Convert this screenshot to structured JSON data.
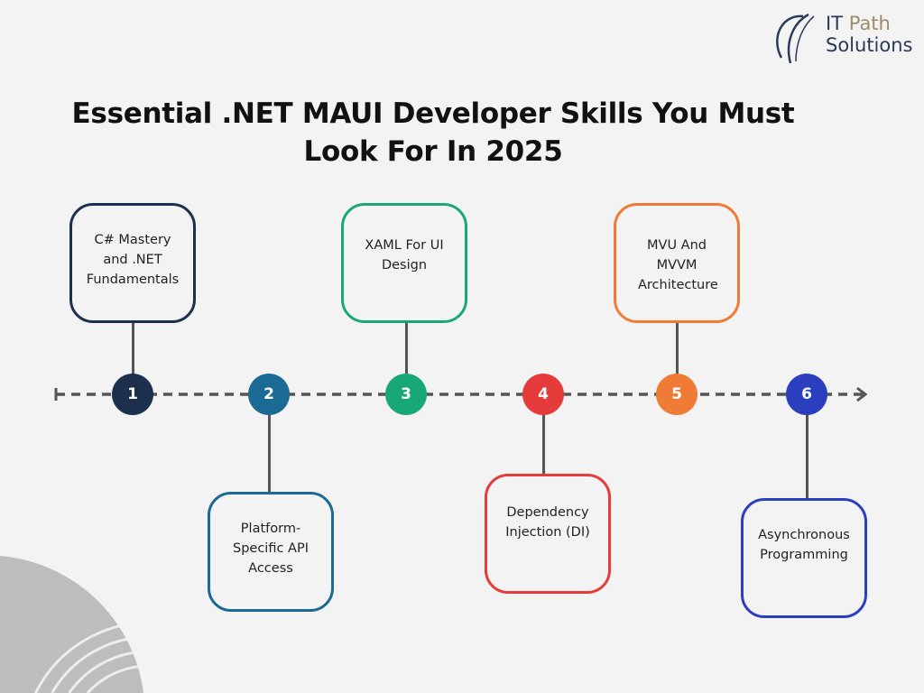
{
  "title": "Essential .NET MAUI Developer Skills You Must Look For In 2025",
  "logo": {
    "line1_a": "IT",
    "line1_b": "Path",
    "line2": "Solutions"
  },
  "steps": [
    {
      "number": "1",
      "label": "C# Mastery and .NET Fundamentals",
      "color": "#1c2f4d"
    },
    {
      "number": "2",
      "label": "Platform-Specific API Access",
      "color": "#1b6a94"
    },
    {
      "number": "3",
      "label": "XAML For UI Design",
      "color": "#18a878"
    },
    {
      "number": "4",
      "label": "Dependency Injection (DI)",
      "color": "#e53b3b"
    },
    {
      "number": "5",
      "label": "MVU And MVVM Architecture",
      "color": "#f07b36"
    },
    {
      "number": "6",
      "label": "Asynchronous Programming",
      "color": "#2b3fbe"
    }
  ]
}
